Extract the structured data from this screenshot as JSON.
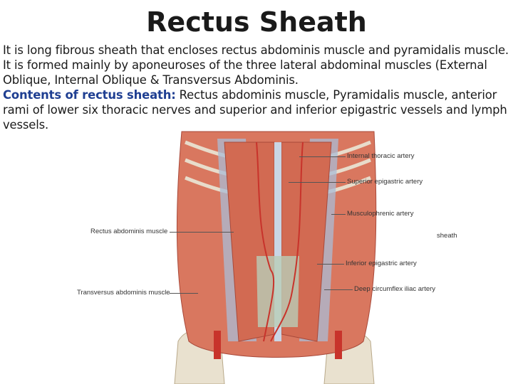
{
  "slide": {
    "title": "Rectus Sheath",
    "para1_line1": "It is long fibrous sheath that encloses rectus abdominis muscle and pyramidalis muscle.",
    "para1_line2": "It is formed mainly by aponeuroses of the three lateral abdominal muscles (External",
    "para1_line3": "Oblique, Internal Oblique & Transversus Abdominis.",
    "contents_heading": "Contents of rectus sheath",
    "contents_colon": ":",
    "contents_line1": " Rectus abdominis muscle, Pyramidalis muscle, anterior",
    "contents_line2": "rami of lower six thoracic nerves and superior and inferior epigastric vessels and lymph",
    "contents_line3": "vessels."
  },
  "figure": {
    "labels": {
      "internal_thoracic": "Internal thoracic artery",
      "superior_epigastric": "Superior epigastric artery",
      "musculophrenic": "Musculophrenic artery",
      "rectus_abdominis": "Rectus abdominis muscle",
      "sheath": "sheath",
      "inferior_epigastric": "Inferior epigastric artery",
      "deep_circumflex": "Deep circumflex iliac artery",
      "transversus": "Transversus abdominis muscle"
    },
    "colors": {
      "muscle": "#d9775f",
      "muscle_dark": "#b8503c",
      "fascia": "#a9bcd6",
      "bone": "#e9e1cf",
      "artery": "#c8332b"
    }
  }
}
